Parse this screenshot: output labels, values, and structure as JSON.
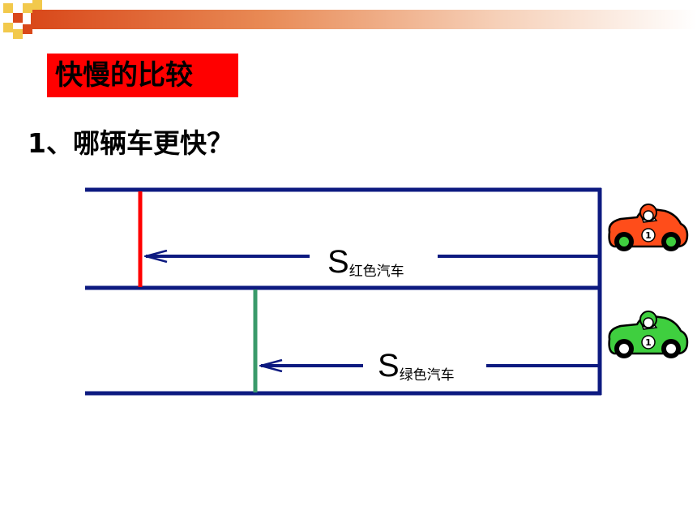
{
  "title": "快慢的比较",
  "question": "1、哪辆车更快？",
  "distance_symbol": "S",
  "red_car_label": "红色汽车",
  "green_car_label": "绿色汽车",
  "car_number": "1",
  "colors": {
    "track": "#0d1a80",
    "red_marker": "#ff0000",
    "green_marker": "#3a9a6a",
    "red_car": "#ff4d1a",
    "green_car": "#3fcf3f",
    "title_bg": "#ff0000"
  }
}
